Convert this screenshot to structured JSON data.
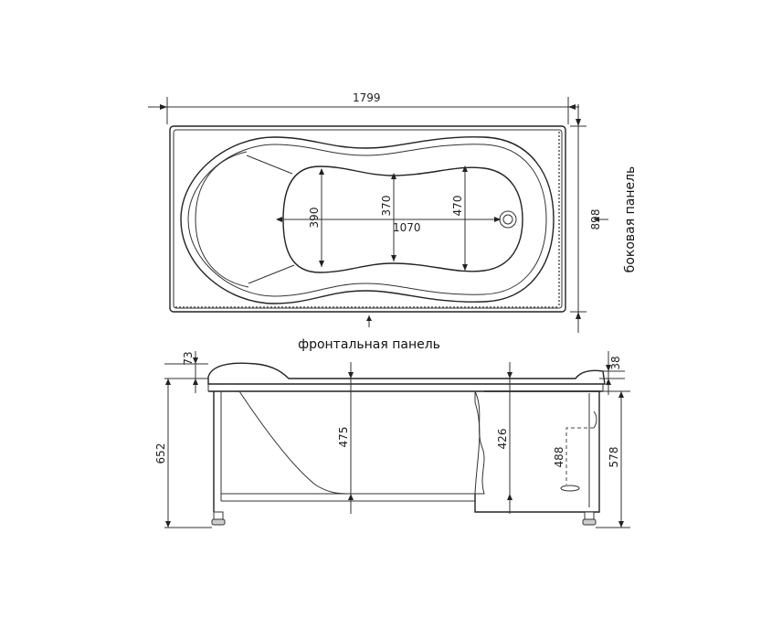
{
  "top_view": {
    "length_mm": "1799",
    "width_mm": "898",
    "inner_length_mm": "1070",
    "inner_width_a_mm": "390",
    "inner_width_b_mm": "370",
    "inner_width_c_mm": "470",
    "front_panel_label": "фронтальная панель",
    "side_panel_label": "боковая панель"
  },
  "side_view": {
    "rim_left_mm": "73",
    "rim_right_mm": "38",
    "total_height_mm": "652",
    "depth_a_mm": "475",
    "depth_b_mm": "426",
    "drain_height_mm": "488",
    "panel_height_mm": "578"
  },
  "colors": {
    "line": "#333333",
    "background": "#ffffff"
  }
}
